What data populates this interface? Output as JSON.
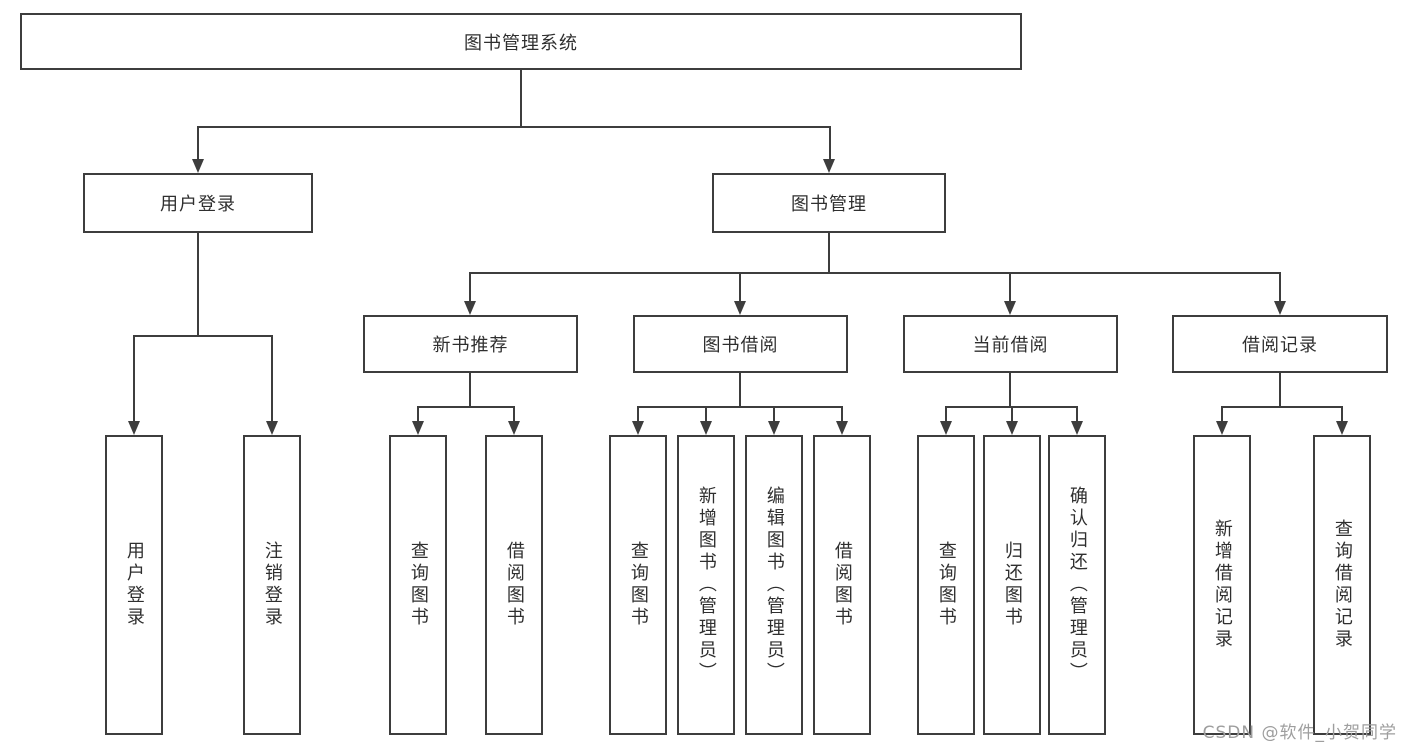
{
  "diagram": {
    "root": {
      "label": "图书管理系统"
    },
    "user_login": {
      "label": "用户登录",
      "children": [
        {
          "label": "用户登录"
        },
        {
          "label": "注销登录"
        }
      ]
    },
    "book_mgmt": {
      "label": "图书管理",
      "modules": [
        {
          "label": "新书推荐",
          "children": [
            {
              "label": "查询图书"
            },
            {
              "label": "借阅图书"
            }
          ]
        },
        {
          "label": "图书借阅",
          "children": [
            {
              "label": "查询图书"
            },
            {
              "label": "新增图书（管理员）"
            },
            {
              "label": "编辑图书（管理员）"
            },
            {
              "label": "借阅图书"
            }
          ]
        },
        {
          "label": "当前借阅",
          "children": [
            {
              "label": "查询图书"
            },
            {
              "label": "归还图书"
            },
            {
              "label": "确认归还（管理员）"
            }
          ]
        },
        {
          "label": "借阅记录",
          "children": [
            {
              "label": "新增借阅记录"
            },
            {
              "label": "查询借阅记录"
            }
          ]
        }
      ]
    }
  },
  "watermark": {
    "text": "CSDN @软件_小贺同学"
  },
  "colors": {
    "line": "#3d3d3d",
    "text": "#2f2f2f",
    "watermark": "#9e9e9e",
    "background": "#ffffff"
  }
}
